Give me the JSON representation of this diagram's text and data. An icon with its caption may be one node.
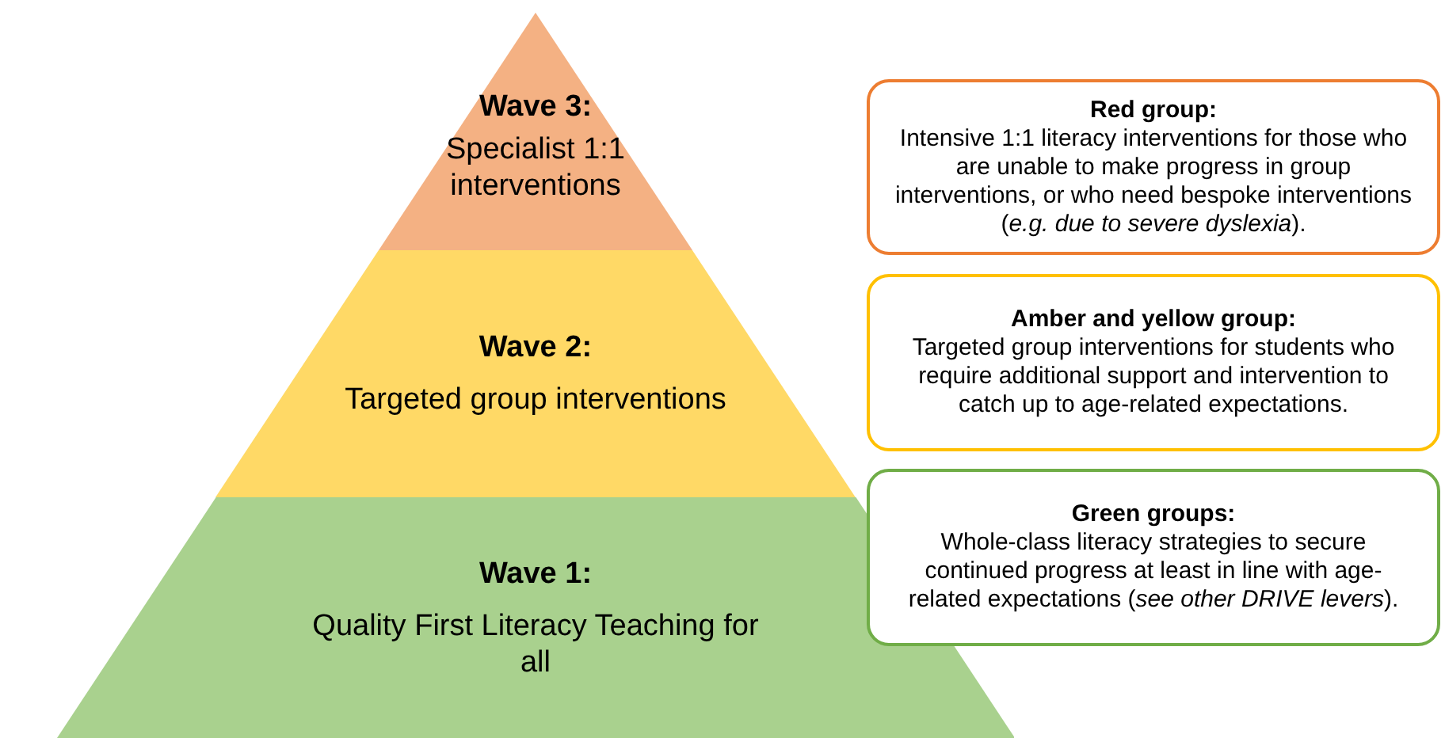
{
  "diagram": {
    "nodes": [
      {
        "text": [
          "Wave 3:",
          "Specialist 1:1 interventions"
        ]
      },
      {
        "text": [
          "Wave 2:",
          "Targeted group interventions"
        ]
      },
      {
        "text": [
          "Wave 1:",
          "Quality First Literacy Teaching for all"
        ]
      },
      {
        "text": [
          "Red group:",
          "Intensive 1:1 literacy interventions for those who are unable to make progress in group interventions, or who need bespoke interventions (*e.g. due to severe dyslexia*)."
        ]
      },
      {
        "text": [
          "Amber and yellow group:",
          "Targeted group interventions for students who require additional support and intervention to catch up to age-related expectations."
        ]
      },
      {
        "text": [
          "Green groups:",
          "Whole-class literacy strategies to secure continued progress at least in line with age-related expectations (*see other DRIVE levers*)."
        ]
      }
    ]
  }
}
